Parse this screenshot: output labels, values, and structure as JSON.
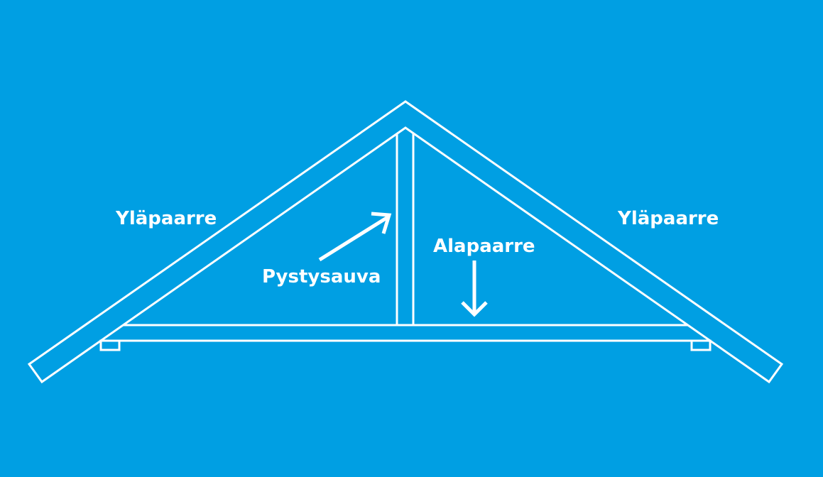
{
  "colors": {
    "background": "#009fe3",
    "lines": "#ffffff"
  },
  "labels": {
    "top_chord_left": "Yläpaarre",
    "top_chord_right": "Yläpaarre",
    "vertical_post": "Pystysauva",
    "bottom_chord": "Alapaarre"
  }
}
